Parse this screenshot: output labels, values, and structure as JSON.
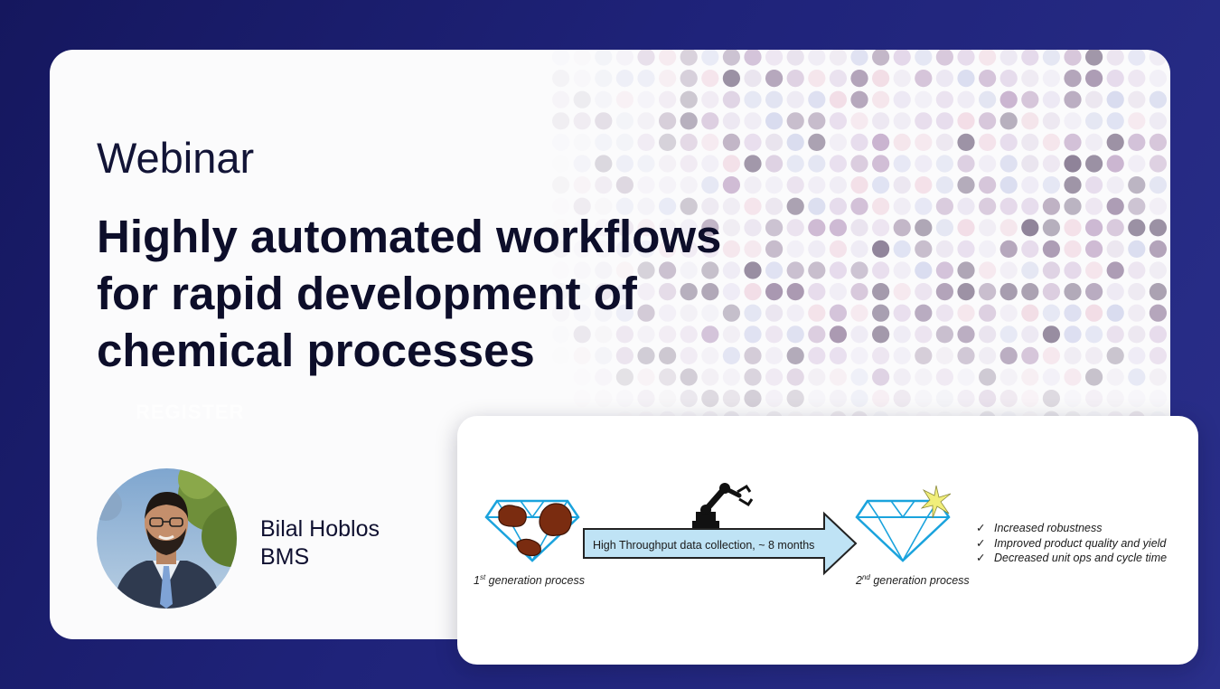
{
  "eyebrow": "Webinar",
  "headline": {
    "line1": "Highly automated workflows",
    "line2": "for rapid development of",
    "line3": "chemical processes"
  },
  "register_label": "REGISTER",
  "speaker": {
    "name": "Bilal Hoblos",
    "org": "BMS"
  },
  "diagram": {
    "first_gen": {
      "ord": "1",
      "sup": "st",
      "text": " generation process"
    },
    "second_gen": {
      "ord": "2",
      "sup": "nd",
      "text": " generation process"
    },
    "arrow_label": "High Throughput data collection, ~ 8 months",
    "benefits": [
      "Increased robustness",
      "Improved product quality and yield",
      "Decreased unit ops and cycle time"
    ],
    "check_glyph": "✓"
  },
  "colors": {
    "background": "#1c2072",
    "card": "#fbfbfc",
    "gem_outline": "#1aa3dd",
    "arrow_fill": "#bfe3f5",
    "impurity": "#7a2c10",
    "sparkle": "#f1ee7a"
  },
  "icons": [
    "portrait-photo",
    "diamond-gem-icon",
    "robot-arm-icon",
    "sparkle-icon",
    "checkmark-icon"
  ]
}
